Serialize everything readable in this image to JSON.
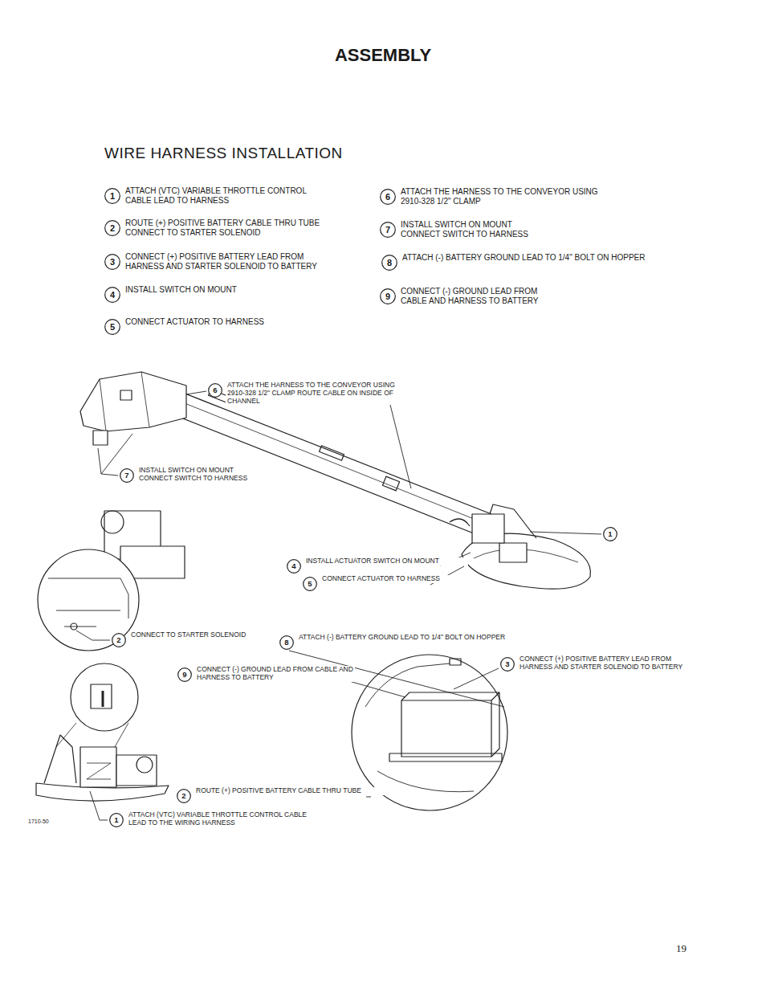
{
  "diagram": {
    "title": "ASSEMBLY",
    "nodes": [
      {
        "text": [
          "1",
          "ATTACH (VTC) VARIABLE THROTTLE CONTROL CABLE LEAD TO HARNESS"
        ]
      },
      {
        "text": [
          "2",
          "ROUTE (+) POSITIVE BATTERY CABLE THRU TUBE CONNECT TO STARTER SOLENOID"
        ]
      },
      {
        "text": [
          "3",
          "CONNECT (+) POSITIVE BATTERY LEAD FROM HARNESS AND STARTER SOLENOID TO BATTERY"
        ]
      },
      {
        "text": [
          "4",
          "INSTALL SWITCH ON MOUNT"
        ]
      },
      {
        "text": [
          "5",
          "CONNECT ACTUATOR TO HARNESS"
        ]
      },
      {
        "text": [
          "6",
          "ATTACH THE HARNESS TO THE CONVEYOR USING 2910-328 1/2\" CLAMP"
        ]
      },
      {
        "text": [
          "7",
          "INSTALL SWITCH ON MOUNT CONNECT SWITCH TO HARNESS"
        ]
      },
      {
        "text": [
          "8",
          "ATTACH (-) BATTERY GROUND LEAD TO 1/4\" BOLT ON HOPPER"
        ]
      },
      {
        "text": [
          "9",
          "CONNECT (-) GROUND LEAD FROM CABLE AND HARNESS TO BATTERY"
        ]
      },
      {
        "text": [
          "6",
          "ATTACH THE HARNESS TO THE CONVEYOR USING 2910-328 1/2\" CLAMP ROUTE CABLE ON INSIDE OF CHANNEL"
        ]
      },
      {
        "text": [
          "7",
          "INSTALL SWITCH ON MOUNT CONNECT SWITCH TO HARNESS"
        ]
      },
      {
        "text": [
          "1"
        ]
      },
      {
        "text": [
          "4",
          "INSTALL ACTUATOR SWITCH ON MOUNT"
        ]
      },
      {
        "text": [
          "5",
          "CONNECT ACTUATOR TO HARNESS"
        ]
      },
      {
        "text": [
          "2",
          "CONNECT TO STARTER SOLENOID"
        ]
      },
      {
        "text": [
          "8",
          "ATTACH (-) BATTERY GROUND LEAD TO 1/4\" BOLT ON HOPPER"
        ]
      },
      {
        "text": [
          "3",
          "CONNECT (+) POSITIVE BATTERY LEAD FROM HARNESS AND STARTER SOLENOID TO BATTERY"
        ]
      },
      {
        "text": [
          "9",
          "CONNECT (-) GROUND LEAD FROM CABLE AND HARNESS TO BATTERY"
        ]
      },
      {
        "text": [
          "2",
          "ROUTE (+) POSITIVE BATTERY CABLE THRU TUBE"
        ]
      },
      {
        "text": [
          "1",
          "ATTACH (VTC) VARIABLE THROTTLE CONTROL CABLE LEAD TO THE WIRING HARNESS"
        ]
      }
    ],
    "labels": [
      "WIRE HARNESS INSTALLATION",
      "1710-50",
      "19"
    ]
  }
}
